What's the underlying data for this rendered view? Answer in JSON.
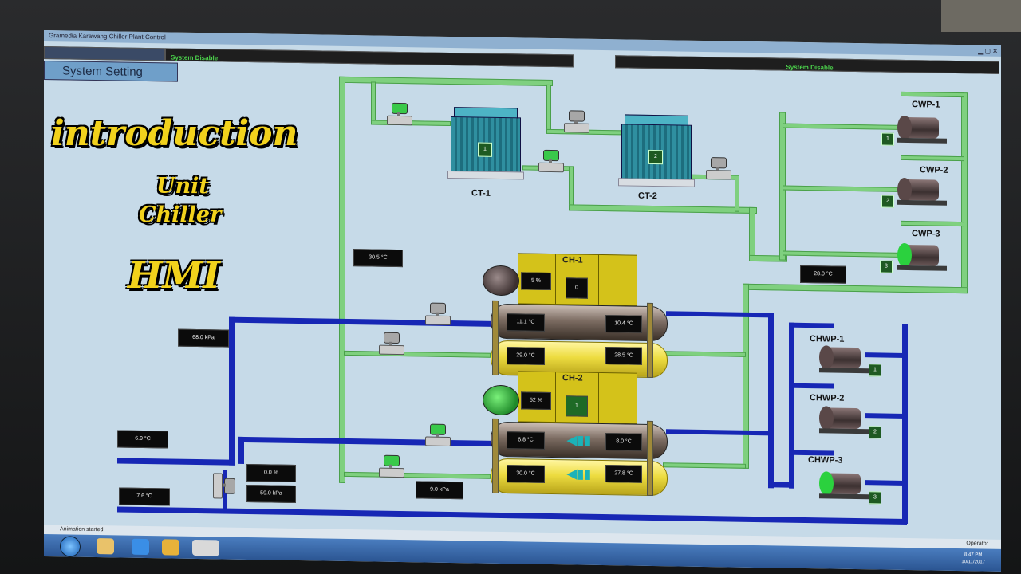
{
  "window": {
    "title": "Gramedia Karawang Chiller Plant Control"
  },
  "status": {
    "left": "System Disable",
    "right": "System Disable"
  },
  "tab": {
    "label": "System Setting"
  },
  "overlay": {
    "line1": "introduction",
    "line2": "Unit",
    "line3": "Chiller",
    "line4": "HMI"
  },
  "cooling_towers": [
    {
      "label": "CT-1",
      "indicator": "1"
    },
    {
      "label": "CT-2",
      "indicator": "2"
    }
  ],
  "cw_pumps": [
    {
      "label": "CWP-1",
      "indicator": "1",
      "running": false
    },
    {
      "label": "CWP-2",
      "indicator": "2",
      "running": false
    },
    {
      "label": "CWP-3",
      "indicator": "3",
      "running": true
    }
  ],
  "chw_pumps": [
    {
      "label": "CHWP-1",
      "indicator": "1",
      "running": false
    },
    {
      "label": "CHWP-2",
      "indicator": "2",
      "running": false
    },
    {
      "label": "CHWP-3",
      "indicator": "3",
      "running": true
    }
  ],
  "chillers": [
    {
      "label": "CH-1",
      "load": "5 %",
      "state": "0",
      "evap_in": "11.1 °C",
      "evap_out": "10.4 °C",
      "cond_in": "29.0 °C",
      "cond_out": "28.5 °C",
      "running": false
    },
    {
      "label": "CH-2",
      "load": "52 %",
      "state": "1",
      "evap_in": "6.8 °C",
      "evap_out": "8.0 °C",
      "cond_in": "30.0 °C",
      "cond_out": "27.8 °C",
      "running": true
    }
  ],
  "readouts": {
    "ct_header_temp": "30.5 °C",
    "cw_return_temp": "28.0 °C",
    "chw_pressure_top": "68.0 kPa",
    "chw_supply_temp": "6.9 °C",
    "chw_return_temp": "7.6 °C",
    "bypass_open": "0.0 %",
    "bypass_pressure": "59.0 kPa",
    "header_pressure": "9.0 kPa"
  },
  "footer": {
    "status": "Animation started",
    "clock_time": "8:47 PM",
    "clock_date": "10/11/2017",
    "user": "Operator"
  },
  "colors": {
    "cw_pipe": "#7fd07f",
    "chw_pipe": "#1727b5",
    "valve_open": "#39c94a",
    "chiller_panel": "#d4c21a"
  }
}
